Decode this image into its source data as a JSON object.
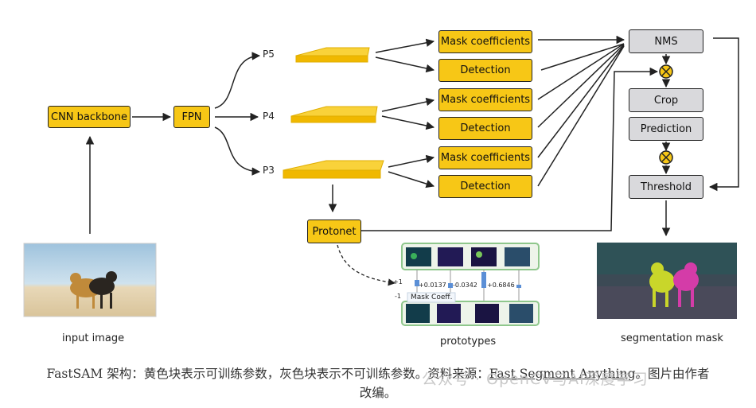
{
  "diagram": {
    "nodes": {
      "cnn_backbone": "CNN backbone",
      "fpn": "FPN",
      "protonet": "Protonet",
      "mask_coeff_1": "Mask coefficients",
      "detection_1": "Detection",
      "mask_coeff_2": "Mask coefficients",
      "detection_2": "Detection",
      "mask_coeff_3": "Mask coefficients",
      "detection_3": "Detection",
      "nms": "NMS",
      "crop": "Crop",
      "prediction": "Prediction",
      "threshold": "Threshold"
    },
    "levels": {
      "p5": "P5",
      "p4": "P4",
      "p3": "P3"
    },
    "labels": {
      "input_image": "input image",
      "prototypes": "prototypes",
      "segmentation_mask": "segmentation mask"
    },
    "prototype_panel": {
      "coefficients": [
        "+0.0137",
        "-0.0342",
        "+0.6846"
      ],
      "mask_coeff_label": "Mask Coeff.",
      "plus_one": "+1",
      "minus_one": "-1"
    },
    "colors": {
      "trainable": "#f7c716",
      "frozen": "#d9d9dc"
    }
  },
  "caption": {
    "line1_prefix": "FastSAM 架构：黄色块表示可训练参数，灰色块表示不可训练参数。资料来源：",
    "link": "Fast Segment Anything",
    "line1_suffix": "。图片由作者",
    "line2": "改编。"
  },
  "watermark": "公众号 · OpenCV与AI深度学习"
}
